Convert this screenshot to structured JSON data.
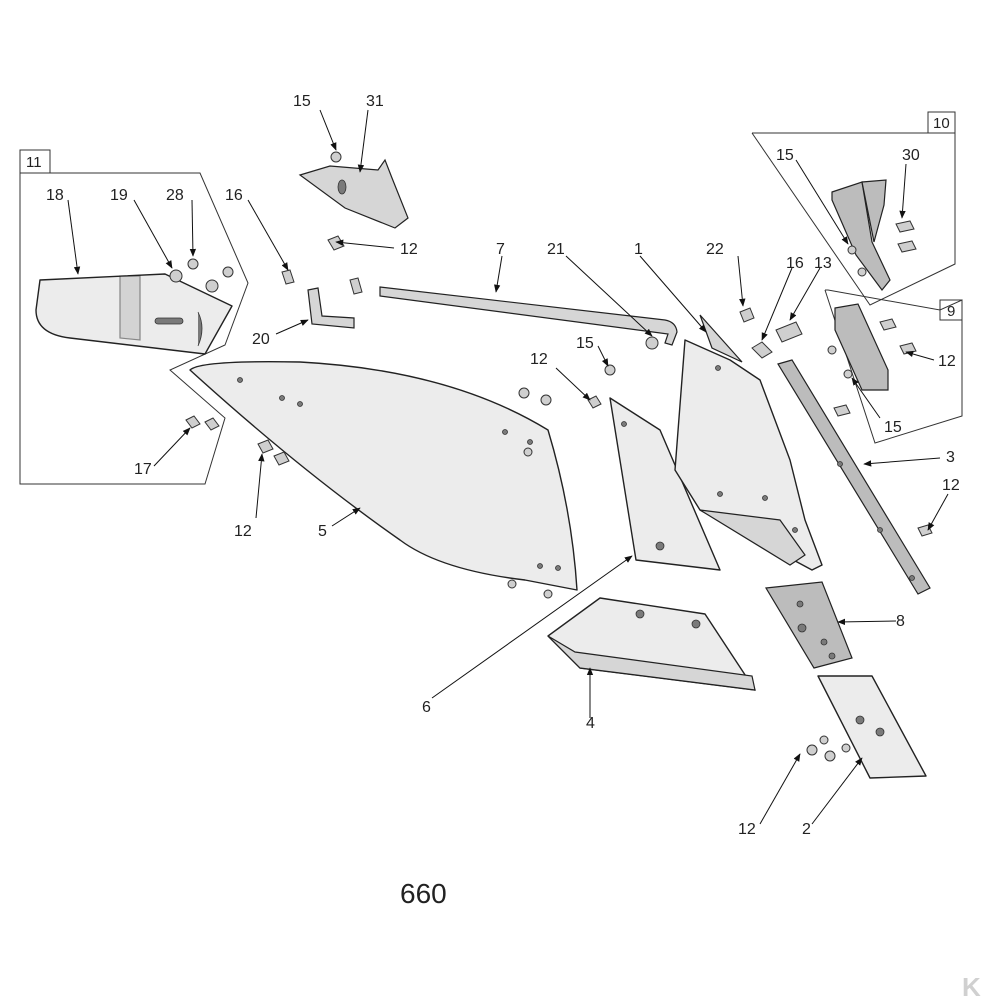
{
  "diagram_number": "660",
  "boxes": {
    "box_11": "11",
    "box_10": "10",
    "box_9": "9"
  },
  "labels": {
    "l15_top": "15",
    "l31": "31",
    "l11_18": "18",
    "l19": "19",
    "l28": "28",
    "l16_left": "16",
    "l12_top": "12",
    "l7": "7",
    "l21": "21",
    "l1": "1",
    "l22": "22",
    "l16_right": "16",
    "l13": "13",
    "l15_box10": "15",
    "l30": "30",
    "l20": "20",
    "l12_mid": "12",
    "l15_mid": "15",
    "l12_box9": "12",
    "l15_box9": "15",
    "l3": "3",
    "l12_right": "12",
    "l17": "17",
    "l12_left": "12",
    "l5": "5",
    "l8": "8",
    "l6": "6",
    "l4": "4",
    "l12_bottom": "12",
    "l2": "2"
  },
  "logo": "K"
}
